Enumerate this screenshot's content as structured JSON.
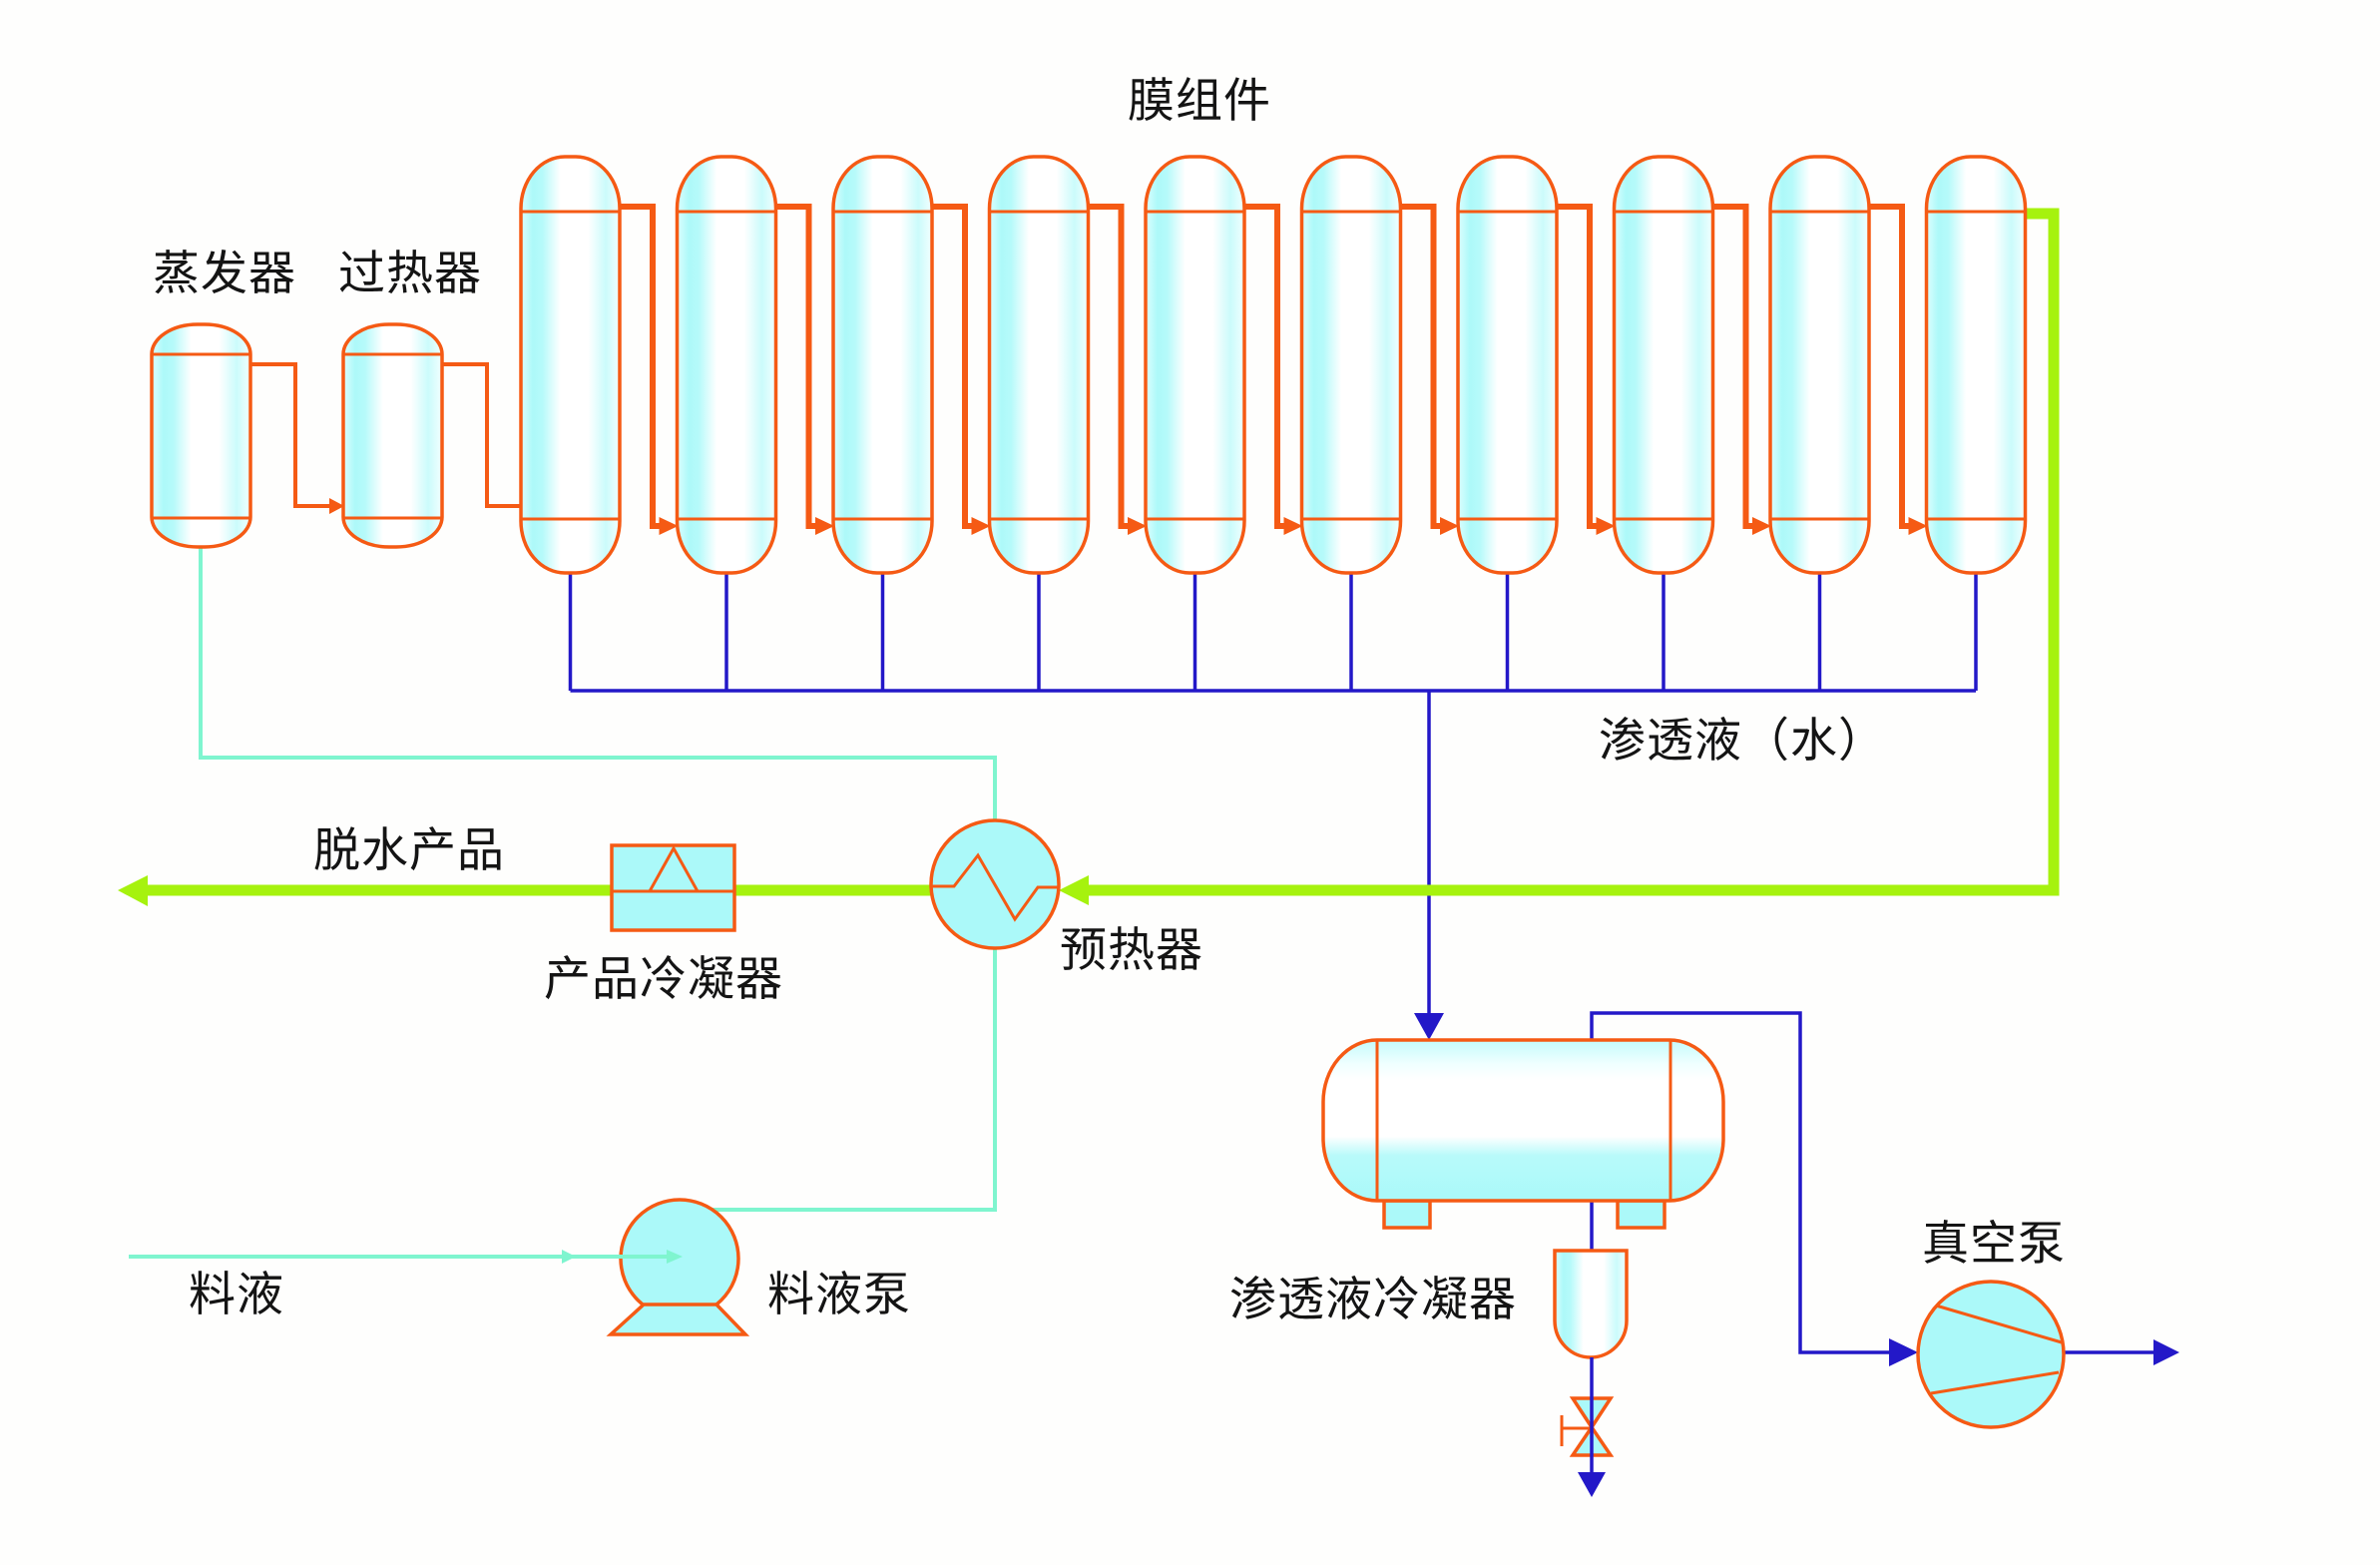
{
  "diagram": {
    "equipment": {
      "evaporator": {
        "label": "蒸发器"
      },
      "superheater": {
        "label": "过热器"
      },
      "membrane_modules": {
        "label": "膜组件",
        "count": 10
      },
      "preheater": {
        "label": "预热器"
      },
      "product_condenser": {
        "label": "产品冷凝器"
      },
      "feed_pump": {
        "label": "料液泵"
      },
      "permeate_condenser": {
        "label": "渗透液冷凝器"
      },
      "vacuum_pump": {
        "label": "真空泵"
      }
    },
    "streams": {
      "feed": {
        "label": "料液"
      },
      "permeate": {
        "label": "渗透液（水）"
      },
      "dehydrated_product": {
        "label": "脱水产品"
      }
    },
    "flows": [
      {
        "from": "feed",
        "to": "feed_pump",
        "stream": "feed"
      },
      {
        "from": "feed_pump",
        "to": "preheater",
        "stream": "feed"
      },
      {
        "from": "preheater",
        "to": "evaporator",
        "stream": "feed"
      },
      {
        "from": "evaporator",
        "to": "superheater",
        "stream": "vapor"
      },
      {
        "from": "superheater",
        "to": "membrane_modules",
        "stream": "vapor"
      },
      {
        "from": "membrane_modules",
        "to": "preheater",
        "stream": "dehydrated_product"
      },
      {
        "from": "preheater",
        "to": "product_condenser",
        "stream": "dehydrated_product"
      },
      {
        "from": "membrane_modules",
        "to": "permeate_condenser",
        "stream": "permeate"
      },
      {
        "from": "permeate_condenser",
        "to": "drain_valve",
        "stream": "permeate"
      },
      {
        "from": "permeate_condenser",
        "to": "vacuum_pump",
        "stream": "permeate"
      }
    ],
    "colors": {
      "vapor_stream": "#F55A14",
      "permeate_stream": "#2318C8",
      "product_stream": "#A6F20E",
      "feed_stream": "#7FF5CF",
      "equipment_outline": "#F55A14",
      "equipment_fill": "#ABF9F9",
      "label_text": "#141414"
    }
  }
}
